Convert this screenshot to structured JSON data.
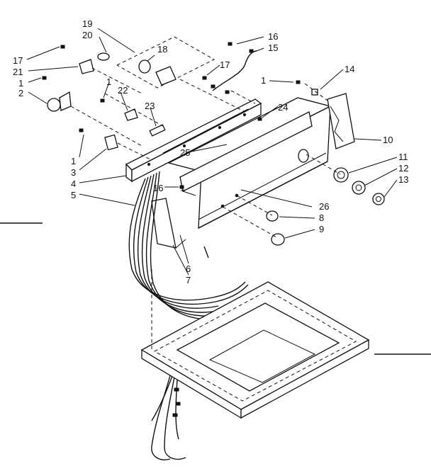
{
  "callouts": [
    {
      "id": "c19a",
      "text": "19"
    },
    {
      "id": "c20",
      "text": "20"
    },
    {
      "id": "c18",
      "text": "18"
    },
    {
      "id": "c16a",
      "text": "16"
    },
    {
      "id": "c15",
      "text": "15"
    },
    {
      "id": "c17a",
      "text": "17"
    },
    {
      "id": "c21",
      "text": "21"
    },
    {
      "id": "c17b",
      "text": "17"
    },
    {
      "id": "c1a",
      "text": "1"
    },
    {
      "id": "c1b",
      "text": "1"
    },
    {
      "id": "c14",
      "text": "14"
    },
    {
      "id": "c2",
      "text": "2"
    },
    {
      "id": "c1c",
      "text": "1"
    },
    {
      "id": "c22",
      "text": "22"
    },
    {
      "id": "c23",
      "text": "23"
    },
    {
      "id": "c24",
      "text": "24"
    },
    {
      "id": "c10",
      "text": "10"
    },
    {
      "id": "c25",
      "text": "25"
    },
    {
      "id": "c11",
      "text": "11"
    },
    {
      "id": "c1d",
      "text": "1"
    },
    {
      "id": "c3",
      "text": "3"
    },
    {
      "id": "c12",
      "text": "12"
    },
    {
      "id": "c4",
      "text": "4"
    },
    {
      "id": "c16b",
      "text": "16"
    },
    {
      "id": "c13",
      "text": "13"
    },
    {
      "id": "c5",
      "text": "5"
    },
    {
      "id": "c26",
      "text": "26"
    },
    {
      "id": "c8",
      "text": "8"
    },
    {
      "id": "c9",
      "text": "9"
    },
    {
      "id": "c6",
      "text": "6"
    },
    {
      "id": "c7",
      "text": "7"
    }
  ]
}
